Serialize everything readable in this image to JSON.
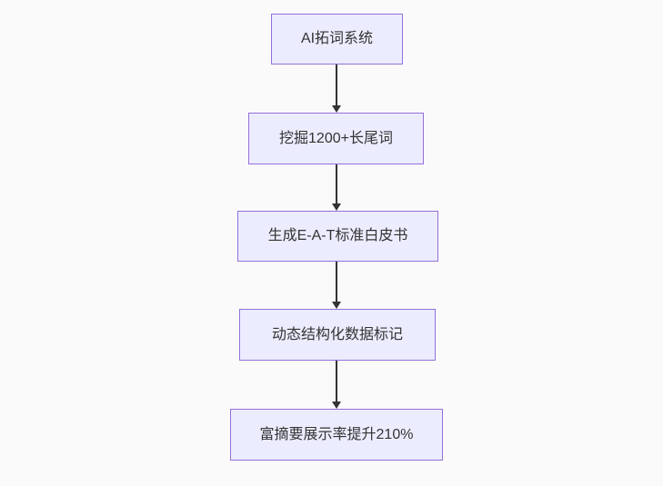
{
  "flowchart": {
    "type": "flowchart",
    "direction": "top-down",
    "nodes": [
      {
        "label": "AI拓词系统"
      },
      {
        "label": "挖掘1200+长尾词"
      },
      {
        "label": "生成E-A-T标准白皮书"
      },
      {
        "label": "动态结构化数据标记"
      },
      {
        "label": "富摘要展示率提升210%"
      }
    ],
    "edges": [
      {
        "from": 0,
        "to": 1
      },
      {
        "from": 1,
        "to": 2
      },
      {
        "from": 2,
        "to": 3
      },
      {
        "from": 3,
        "to": 4
      }
    ],
    "colors": {
      "background": "#fafafa",
      "node_fill": "#ECECFF",
      "node_border": "#9370DB",
      "arrow": "#333333",
      "text": "#333333"
    }
  }
}
